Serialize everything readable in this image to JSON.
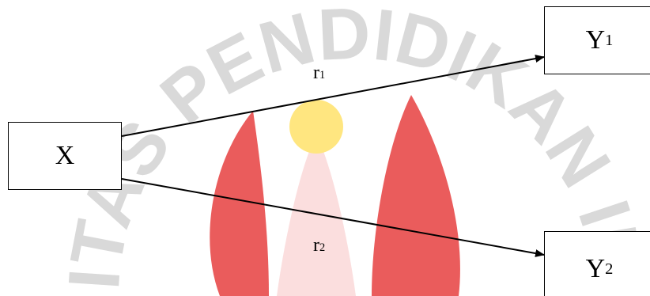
{
  "diagram": {
    "nodes": {
      "x": {
        "main": "X",
        "sub": ""
      },
      "y1": {
        "main": "Y",
        "sub": "1"
      },
      "y2": {
        "main": "Y",
        "sub": "2"
      }
    },
    "edges": {
      "r1": {
        "main": "r",
        "sub": "1",
        "from": "X",
        "to": "Y1"
      },
      "r2": {
        "main": "r",
        "sub": "2",
        "from": "X",
        "to": "Y2"
      }
    },
    "watermark": {
      "text": "UNIVERSITAS PENDIDIKAN INDONESIA",
      "text_color": "#d9d9d9",
      "emblem_color": "#e84a4a",
      "dot_color": "#ffe680"
    },
    "line_color": "#000000"
  }
}
